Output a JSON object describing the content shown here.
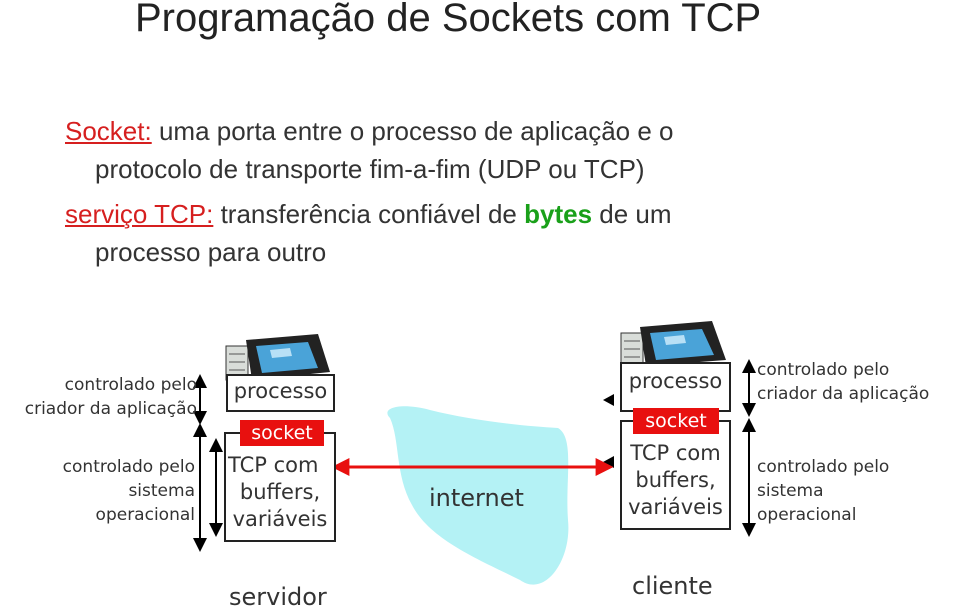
{
  "title": "Programação de Sockets com TCP",
  "bullet1": {
    "term": "Socket:",
    "text_line1": "uma porta entre o processo de aplicação e o",
    "text_line2": "protocolo de transporte fim-a-fim (UDP ou TCP)"
  },
  "bullet2": {
    "term": "serviço TCP:",
    "text_before": "transferência confiável de",
    "highlight": "bytes",
    "text_after": "de um",
    "text_line2": "processo para outro"
  },
  "left_labels": {
    "app_line1": "controlado pelo",
    "app_line2": "criador da aplicação",
    "os_line1": "controlado pelo",
    "os_line2": "sistema",
    "os_line3": "operacional"
  },
  "right_labels": {
    "app_line1": "controlado pelo",
    "app_line2": "criador da aplicação",
    "os_line1": "controlado pelo",
    "os_line2": "sistema",
    "os_line3": "operacional"
  },
  "server": {
    "process": "processo",
    "socket": "socket",
    "tcp_line1": "TCP com",
    "tcp_line2": "buffers,",
    "tcp_line3": "variáveis",
    "label": "servidor"
  },
  "client": {
    "process": "processo",
    "socket": "socket",
    "tcp_line1": "TCP com",
    "tcp_line2": "buffers,",
    "tcp_line3": "variáveis",
    "label": "cliente"
  },
  "cloud_label": "internet",
  "colors": {
    "accent_red": "#e8100f",
    "accent_green": "#1aa01a",
    "cloud": "#b4f2f5"
  },
  "icons": {
    "computer": "desktop-computer-icon",
    "arrow": "double-arrow-icon"
  }
}
